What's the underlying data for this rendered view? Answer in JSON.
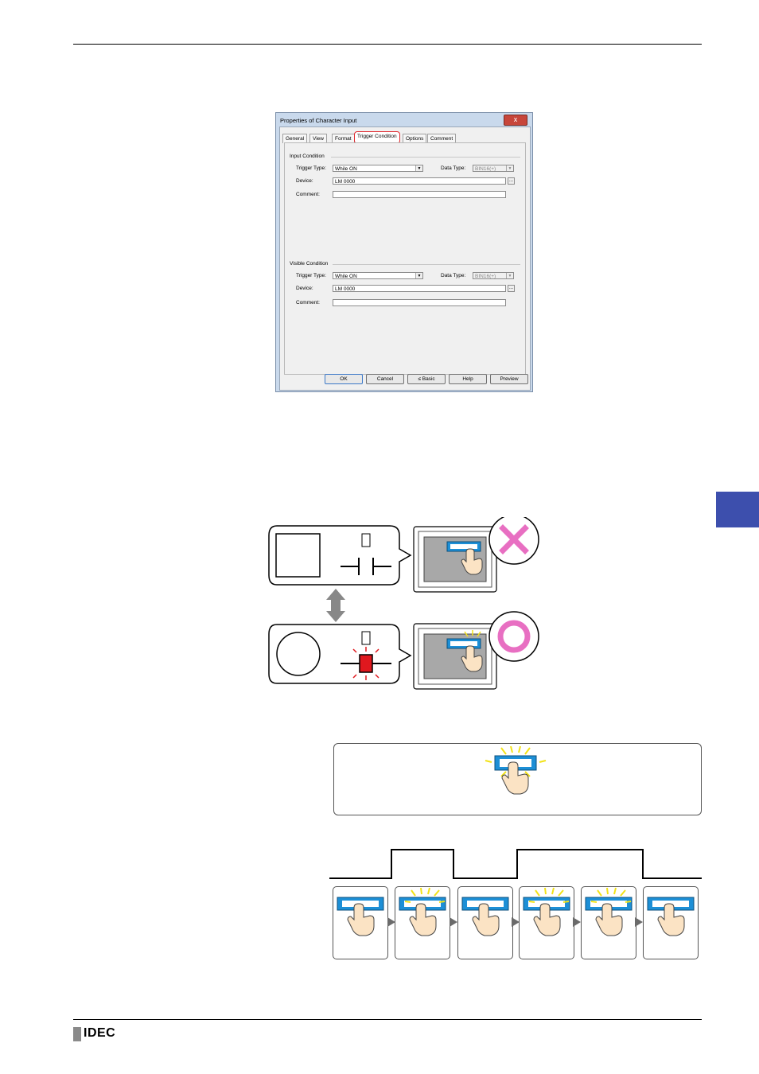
{
  "dialog": {
    "title": "Properties of Character Input",
    "close_label": "x",
    "tabs": [
      "General",
      "View",
      "Format",
      "Trigger Condition",
      "Options",
      "Comment"
    ],
    "active_tab": "Trigger Condition",
    "input_condition": {
      "group_label": "Input Condition",
      "trigger_type_label": "Trigger Type:",
      "trigger_type_value": "While ON",
      "data_type_label": "Data Type:",
      "data_type_value": "BIN16(+)",
      "device_label": "Device:",
      "device_value": "LM 0000",
      "comment_label": "Comment:",
      "comment_value": ""
    },
    "visible_condition": {
      "group_label": "Visible Condition",
      "trigger_type_label": "Trigger Type:",
      "trigger_type_value": "While ON",
      "data_type_label": "Data Type:",
      "data_type_value": "BIN16(+)",
      "device_label": "Device:",
      "device_value": "LM 0000",
      "comment_label": "Comment:",
      "comment_value": ""
    },
    "ellipsis_label": "...",
    "buttons": {
      "ok": "OK",
      "cancel": "Cancel",
      "basic": "≤ Basic",
      "help": "Help",
      "preview": "Preview"
    }
  },
  "footer": {
    "logo_text": "IDEC"
  },
  "colors": {
    "side_tab": "#3d4fad",
    "pink_mark": "#e86fc2",
    "lamp_red": "#e0181e",
    "touch_blue": "#1d8fd6",
    "flash_yellow": "#f2e218"
  }
}
